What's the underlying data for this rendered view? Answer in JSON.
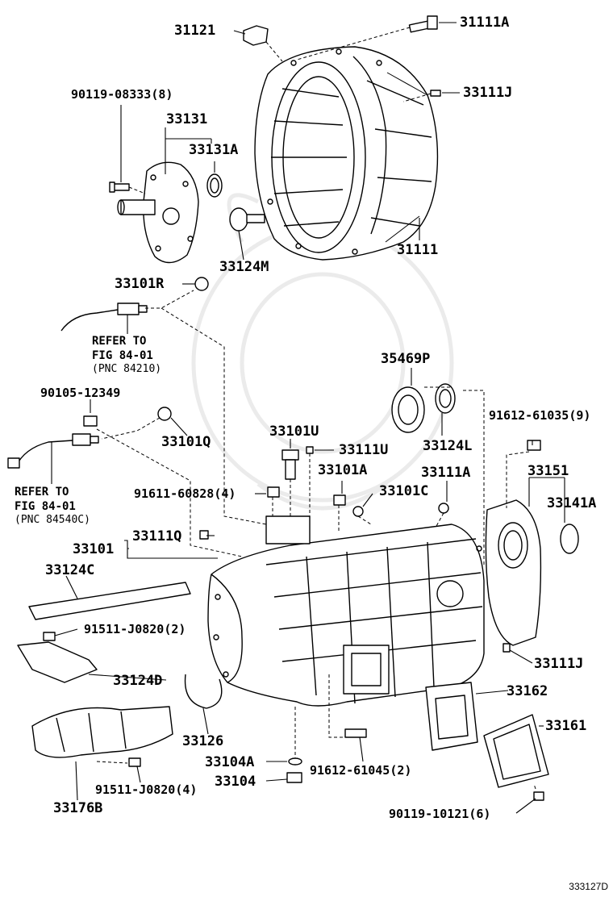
{
  "diagram": {
    "code": "333127D",
    "parts": {
      "p31121": "31121",
      "p31111A": "31111A",
      "p33111J_top": "33111J",
      "p90119_08333": "90119-08333(8)",
      "p33131": "33131",
      "p33131A": "33131A",
      "p31111": "31111",
      "p33124M": "33124M",
      "p33101R": "33101R",
      "p35469P": "35469P",
      "p90105_12349": "90105-12349",
      "p33101Q": "33101Q",
      "p33124L": "33124L",
      "p91612_61035": "91612-61035(9)",
      "p33101U": "33101U",
      "p33111U": "33111U",
      "p33101A": "33101A",
      "p33111A_mid": "33111A",
      "p33151": "33151",
      "p91611_60828": "91611-60828(4)",
      "p33101C": "33101C",
      "p33141A": "33141A",
      "p33111Q": "33111Q",
      "p33101": "33101",
      "p33124C": "33124C",
      "p91511_J0820_2": "91511-J0820(2)",
      "p33124D": "33124D",
      "p33111J_bottom": "33111J",
      "p33162": "33162",
      "p33126": "33126",
      "p33161": "33161",
      "p33104A": "33104A",
      "p33104": "33104",
      "p91612_61045": "91612-61045(2)",
      "p91511_J0820_4": "91511-J0820(4)",
      "p33176B": "33176B",
      "p90119_10121": "90119-10121(6)"
    },
    "refs": {
      "ref1": {
        "line1": "REFER TO",
        "line2": "FIG 84-01",
        "line3": "(PNC 84210)"
      },
      "ref2": {
        "line1": "REFER TO",
        "line2": "FIG 84-01",
        "line3": "(PNC 84540C)"
      }
    }
  }
}
